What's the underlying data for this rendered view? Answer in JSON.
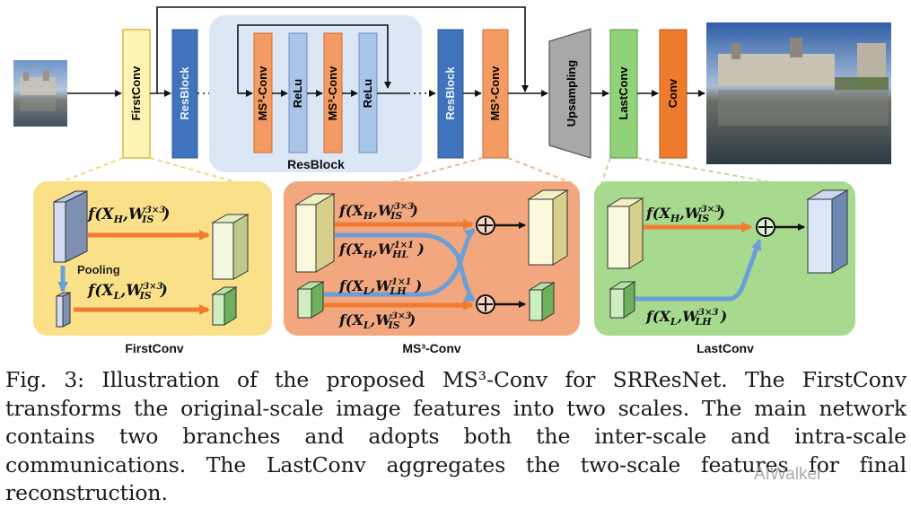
{
  "diagram": {
    "top_blocks": {
      "first_conv": "FirstConv",
      "resblock_1": "ResBlock",
      "ms3_conv_a": "MS³-Conv",
      "relu_a": "ReLu",
      "ms3_conv_b": "MS³-Conv",
      "relu_b": "ReLu",
      "resblock_group_label": "ResBlock",
      "resblock_2": "ResBlock",
      "ms3_conv_c": "MS³-Conv",
      "upsampling": "Upsampling",
      "last_conv": "LastConv",
      "conv": "Conv"
    },
    "panel_first_conv": {
      "title": "FirstConv",
      "eq_high": "f(X_H, W_IS^{3×3})",
      "eq_low": "f(X_L, W_IS^{3×3})",
      "pooling": "Pooling",
      "f": "f",
      "XH": "X",
      "XH_sub": "H",
      "XL_sub": "L",
      "W": "W",
      "IS": "IS",
      "k3": "3×3"
    },
    "panel_ms3": {
      "title": "MS³-Conv",
      "HL": "HL",
      "LH": "LH",
      "k1": "1×1"
    },
    "panel_last_conv": {
      "title": "LastConv"
    },
    "colors": {
      "first_conv": "#fdf3b3",
      "resblock": "#3f74bd",
      "ms3": "#f49b63",
      "relu": "#a9c4e6",
      "upsampling": "#a8a8a8",
      "last_conv": "#8fd27a",
      "conv": "#ee7a2b",
      "panel_yellow": "#fbe08a",
      "panel_orange": "#f2a77f",
      "panel_green": "#a7d98f",
      "resblock_bg": "#dbe7f5",
      "arrow_orange": "#f07b33",
      "arrow_blue": "#6a9fd8"
    }
  },
  "caption": {
    "text": "Fig. 3: Illustration of the proposed MS³-Conv for SRResNet. The FirstConv transforms the original-scale image features into two scales. The main network contains two branches and adopts both the inter-scale and intra-scale communications. The LastConv aggregates the two-scale features for final reconstruction."
  },
  "watermark": "AIWalker"
}
